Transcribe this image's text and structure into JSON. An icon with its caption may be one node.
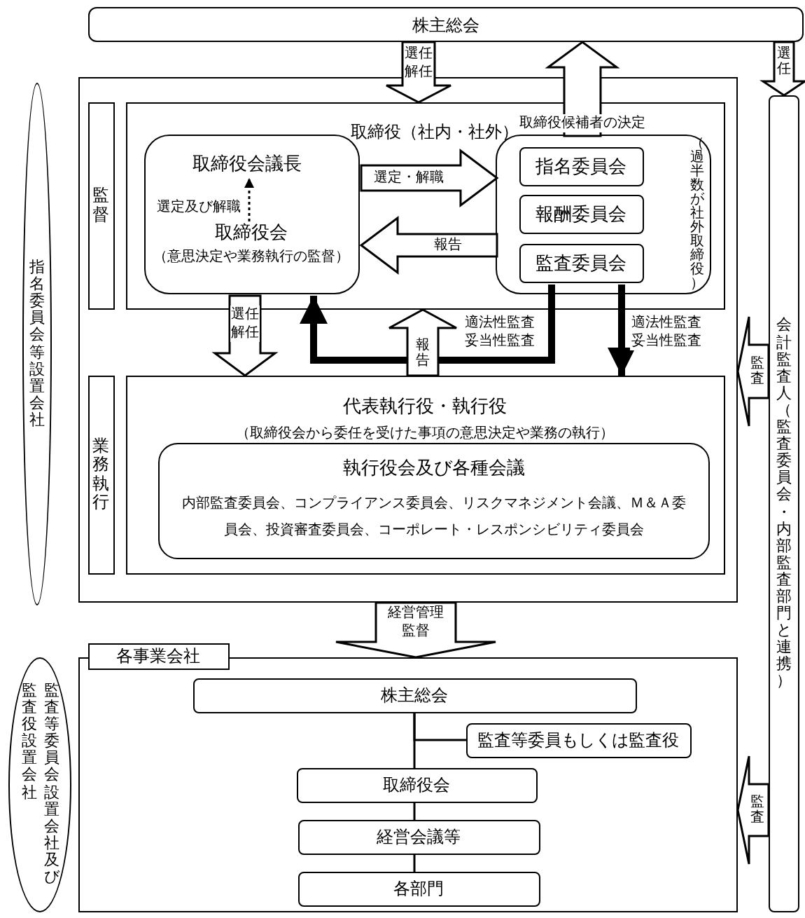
{
  "diagram": {
    "nodes": [
      {
        "text": [
          "株主総会"
        ]
      },
      {
        "text": [],
        "shape": "box"
      },
      {
        "text": [
          "監督"
        ],
        "in": 1
      },
      {
        "text": [
          "取締役（社内・社外）"
        ],
        "in": 1
      },
      {
        "text": [],
        "shape": "box",
        "in": 3
      },
      {
        "text": [
          "取締役会議長"
        ],
        "in": 4
      },
      {
        "text": [
          "取締役会",
          "（意思決定や業務執行の監督）"
        ],
        "in": 4
      },
      {
        "text": [
          "（過半数が社外取締役）"
        ],
        "in": 3
      },
      {
        "text": [
          "指名委員会"
        ],
        "in": 7
      },
      {
        "text": [
          "報酬委員会"
        ],
        "in": 7
      },
      {
        "text": [
          "監査委員会"
        ],
        "in": 7
      },
      {
        "text": [
          "業務執行"
        ],
        "in": 1
      },
      {
        "text": [
          "代表執行役・執行役",
          "（取締役会から委任を受けた事項の意思決定や業務の執行）"
        ],
        "in": 1
      },
      {
        "text": [
          "執行役会及び各種会議",
          "内部監査委員会、コンプライアンス委員会、リスクマネジメント会議、Ｍ＆Ａ委員会、投資審査委員会、コーポレート・レスポンシビリティ委員会"
        ],
        "in": 12
      },
      {
        "text": [
          "会計監査人（監査委員会・内部監査部門と連携）"
        ]
      },
      {
        "text": [
          "指名委員会等設置会社"
        ]
      },
      {
        "text": [
          "各事業会社"
        ]
      },
      {
        "text": [
          "株主総会"
        ],
        "in": 16
      },
      {
        "text": [
          "監査等委員もしくは監査役"
        ],
        "in": 16
      },
      {
        "text": [
          "取締役会"
        ],
        "in": 16
      },
      {
        "text": [
          "経営会議等"
        ],
        "in": 16
      },
      {
        "text": [
          "各部門"
        ],
        "in": 16
      },
      {
        "text": [
          "監査等委員会設置会社及び監査役設置会社"
        ]
      }
    ],
    "edges": [
      {
        "from": 0,
        "to": 3,
        "arrow": "to",
        "label": "選任解任"
      },
      {
        "from": 7,
        "to": 0,
        "arrow": "to",
        "label": "取締役候補者の決定"
      },
      {
        "from": 0,
        "to": 14,
        "arrow": "to",
        "label": "選任"
      },
      {
        "from": 6,
        "to": 5,
        "arrow": "to",
        "label": "選定及び解職",
        "style": "dashed"
      },
      {
        "from": 4,
        "to": 7,
        "arrow": "to",
        "label": "選定・解職"
      },
      {
        "from": 7,
        "to": 4,
        "arrow": "to",
        "label": "報告"
      },
      {
        "from": 4,
        "to": 12,
        "arrow": "to",
        "label": "選任解任"
      },
      {
        "from": 10,
        "to": 4,
        "arrow": "to",
        "label": "適法性監査妥当性監査",
        "style": "thick"
      },
      {
        "from": 12,
        "to": 3,
        "arrow": "to",
        "label": "報告"
      },
      {
        "from": 10,
        "to": 12,
        "arrow": "to",
        "label": "適法性監査妥当性監査",
        "style": "thick"
      },
      {
        "from": 14,
        "to": 1,
        "arrow": "to",
        "label": "監査"
      },
      {
        "from": 1,
        "to": 16,
        "arrow": "to",
        "label": "経営管理監督"
      },
      {
        "from": 14,
        "to": 16,
        "arrow": "to",
        "label": "監査"
      },
      {
        "from": 17,
        "to": 19,
        "arrow": "none"
      },
      {
        "from": 17,
        "to": 18,
        "arrow": "none"
      },
      {
        "from": 19,
        "to": 20,
        "arrow": "none"
      },
      {
        "from": 20,
        "to": 21,
        "arrow": "none"
      }
    ]
  }
}
